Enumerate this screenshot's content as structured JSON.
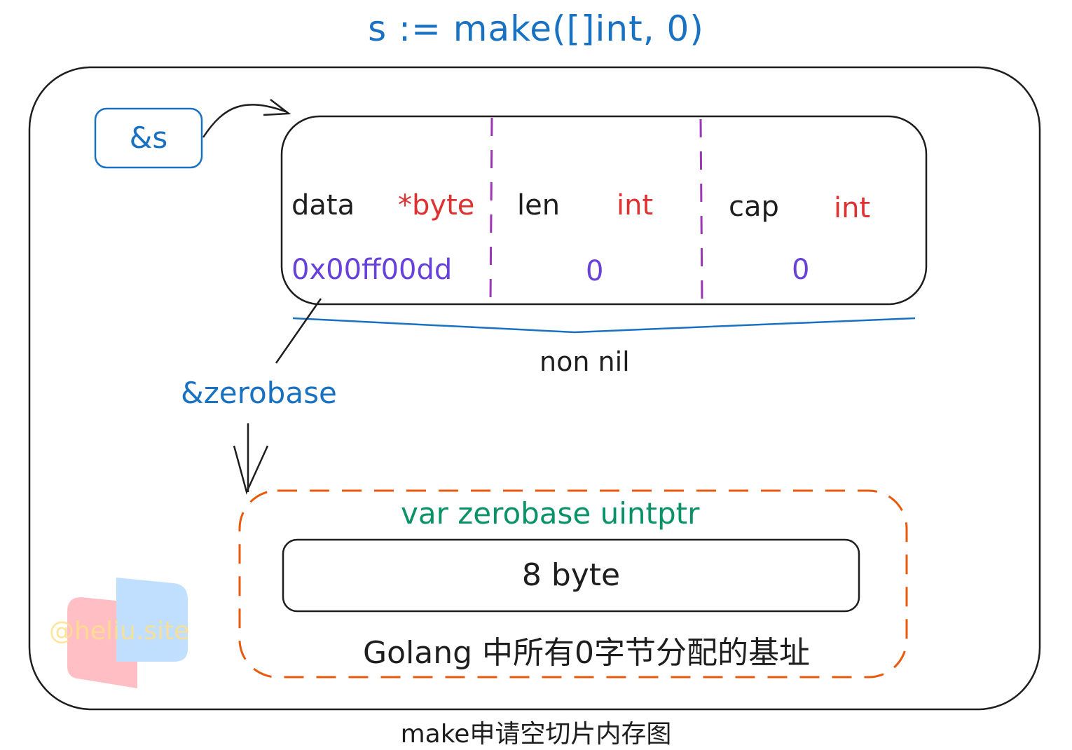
{
  "title": "s := make([]int, 0)",
  "caption": "make申请空切片内存图",
  "pointer_box": {
    "label": "&s"
  },
  "slice_header": {
    "fields": [
      {
        "name": "data",
        "type": "*byte",
        "value": "0x00ff00dd"
      },
      {
        "name": "len",
        "type": "int",
        "value": "0"
      },
      {
        "name": "cap",
        "type": "int",
        "value": "0"
      }
    ],
    "brace_label": "non nil"
  },
  "zerobase_ref": "&zerobase",
  "zerobase_box": {
    "declaration": "var zerobase uintptr",
    "size": "8 byte",
    "description": "Golang 中所有0字节分配的基址"
  },
  "watermark": "@heliu.site",
  "colors": {
    "blue": "#1971c2",
    "red": "#e03131",
    "violet": "#6741d9",
    "purple_divider": "#9c36b5",
    "green": "#099268",
    "orange": "#e8590c",
    "stroke": "#1e1e1e"
  }
}
